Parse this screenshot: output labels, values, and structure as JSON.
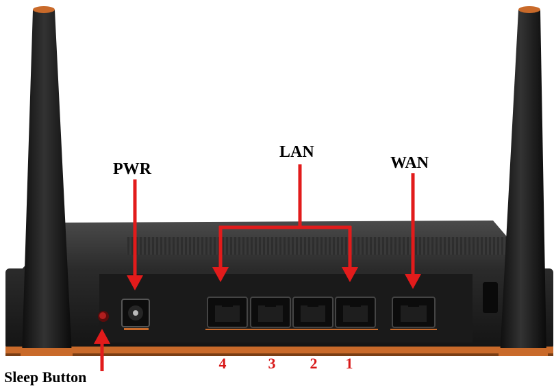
{
  "labels": {
    "pwr": "PWR",
    "lan": "LAN",
    "wan": "WAN",
    "sleep_button": "Sleep Button"
  },
  "lan_port_numbers": [
    "4",
    "3",
    "2",
    "1"
  ],
  "colors": {
    "arrow": "#e21b1b",
    "port_number": "#d81818",
    "router_body": "#1f1f1f",
    "router_top": "#3a3a3a",
    "accent_trim": "#c96a2a",
    "antenna": "#161616"
  },
  "icons": [
    "antenna",
    "power-jack",
    "ethernet-port",
    "sleep-button-led",
    "arrow"
  ]
}
